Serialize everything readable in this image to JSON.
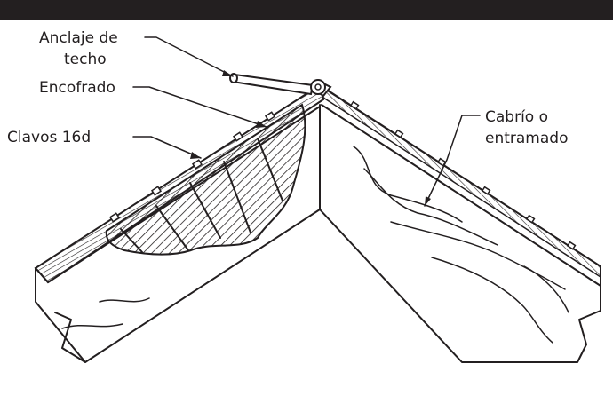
{
  "labels": {
    "roof_anchor_line1": "Anclaje de",
    "roof_anchor_line2": "techo",
    "sheathing": "Encofrado",
    "nails": "Clavos 16d",
    "rafter_line1": "Cabrío o",
    "rafter_line2": "entramado"
  },
  "colors": {
    "ink": "#231f20",
    "background": "#ffffff"
  }
}
